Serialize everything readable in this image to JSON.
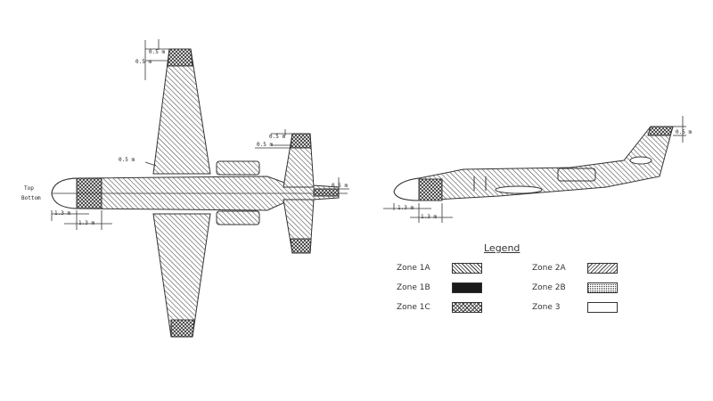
{
  "top_view": {
    "nose_top_label": "Top",
    "nose_bottom_label": "Bottom",
    "dims": {
      "wingtip_upper_a": "0.5 m",
      "wingtip_upper_b": "0.5 m",
      "htail_tip_a": "0.5 m",
      "htail_tip_b": "0.5 m",
      "wing_root": "0.5 m",
      "tail_cone": "0.5 m",
      "nose_1": "1.3 m",
      "nose_2": "1.3 m"
    }
  },
  "side_view": {
    "dims": {
      "fin_tip": "0.5 m",
      "nose_1": "1.3 m",
      "nose_2": "1.3 m"
    }
  },
  "legend": {
    "title": "Legend",
    "zones": [
      {
        "label": "Zone 1A",
        "pattern": "diagonal-hatch"
      },
      {
        "label": "Zone 1B",
        "pattern": "solid-black"
      },
      {
        "label": "Zone 1C",
        "pattern": "cross-hatch"
      },
      {
        "label": "Zone 2A",
        "pattern": "reverse-diagonal-hatch"
      },
      {
        "label": "Zone 2B",
        "pattern": "fine-checker"
      },
      {
        "label": "Zone 3",
        "pattern": "blank"
      }
    ]
  }
}
